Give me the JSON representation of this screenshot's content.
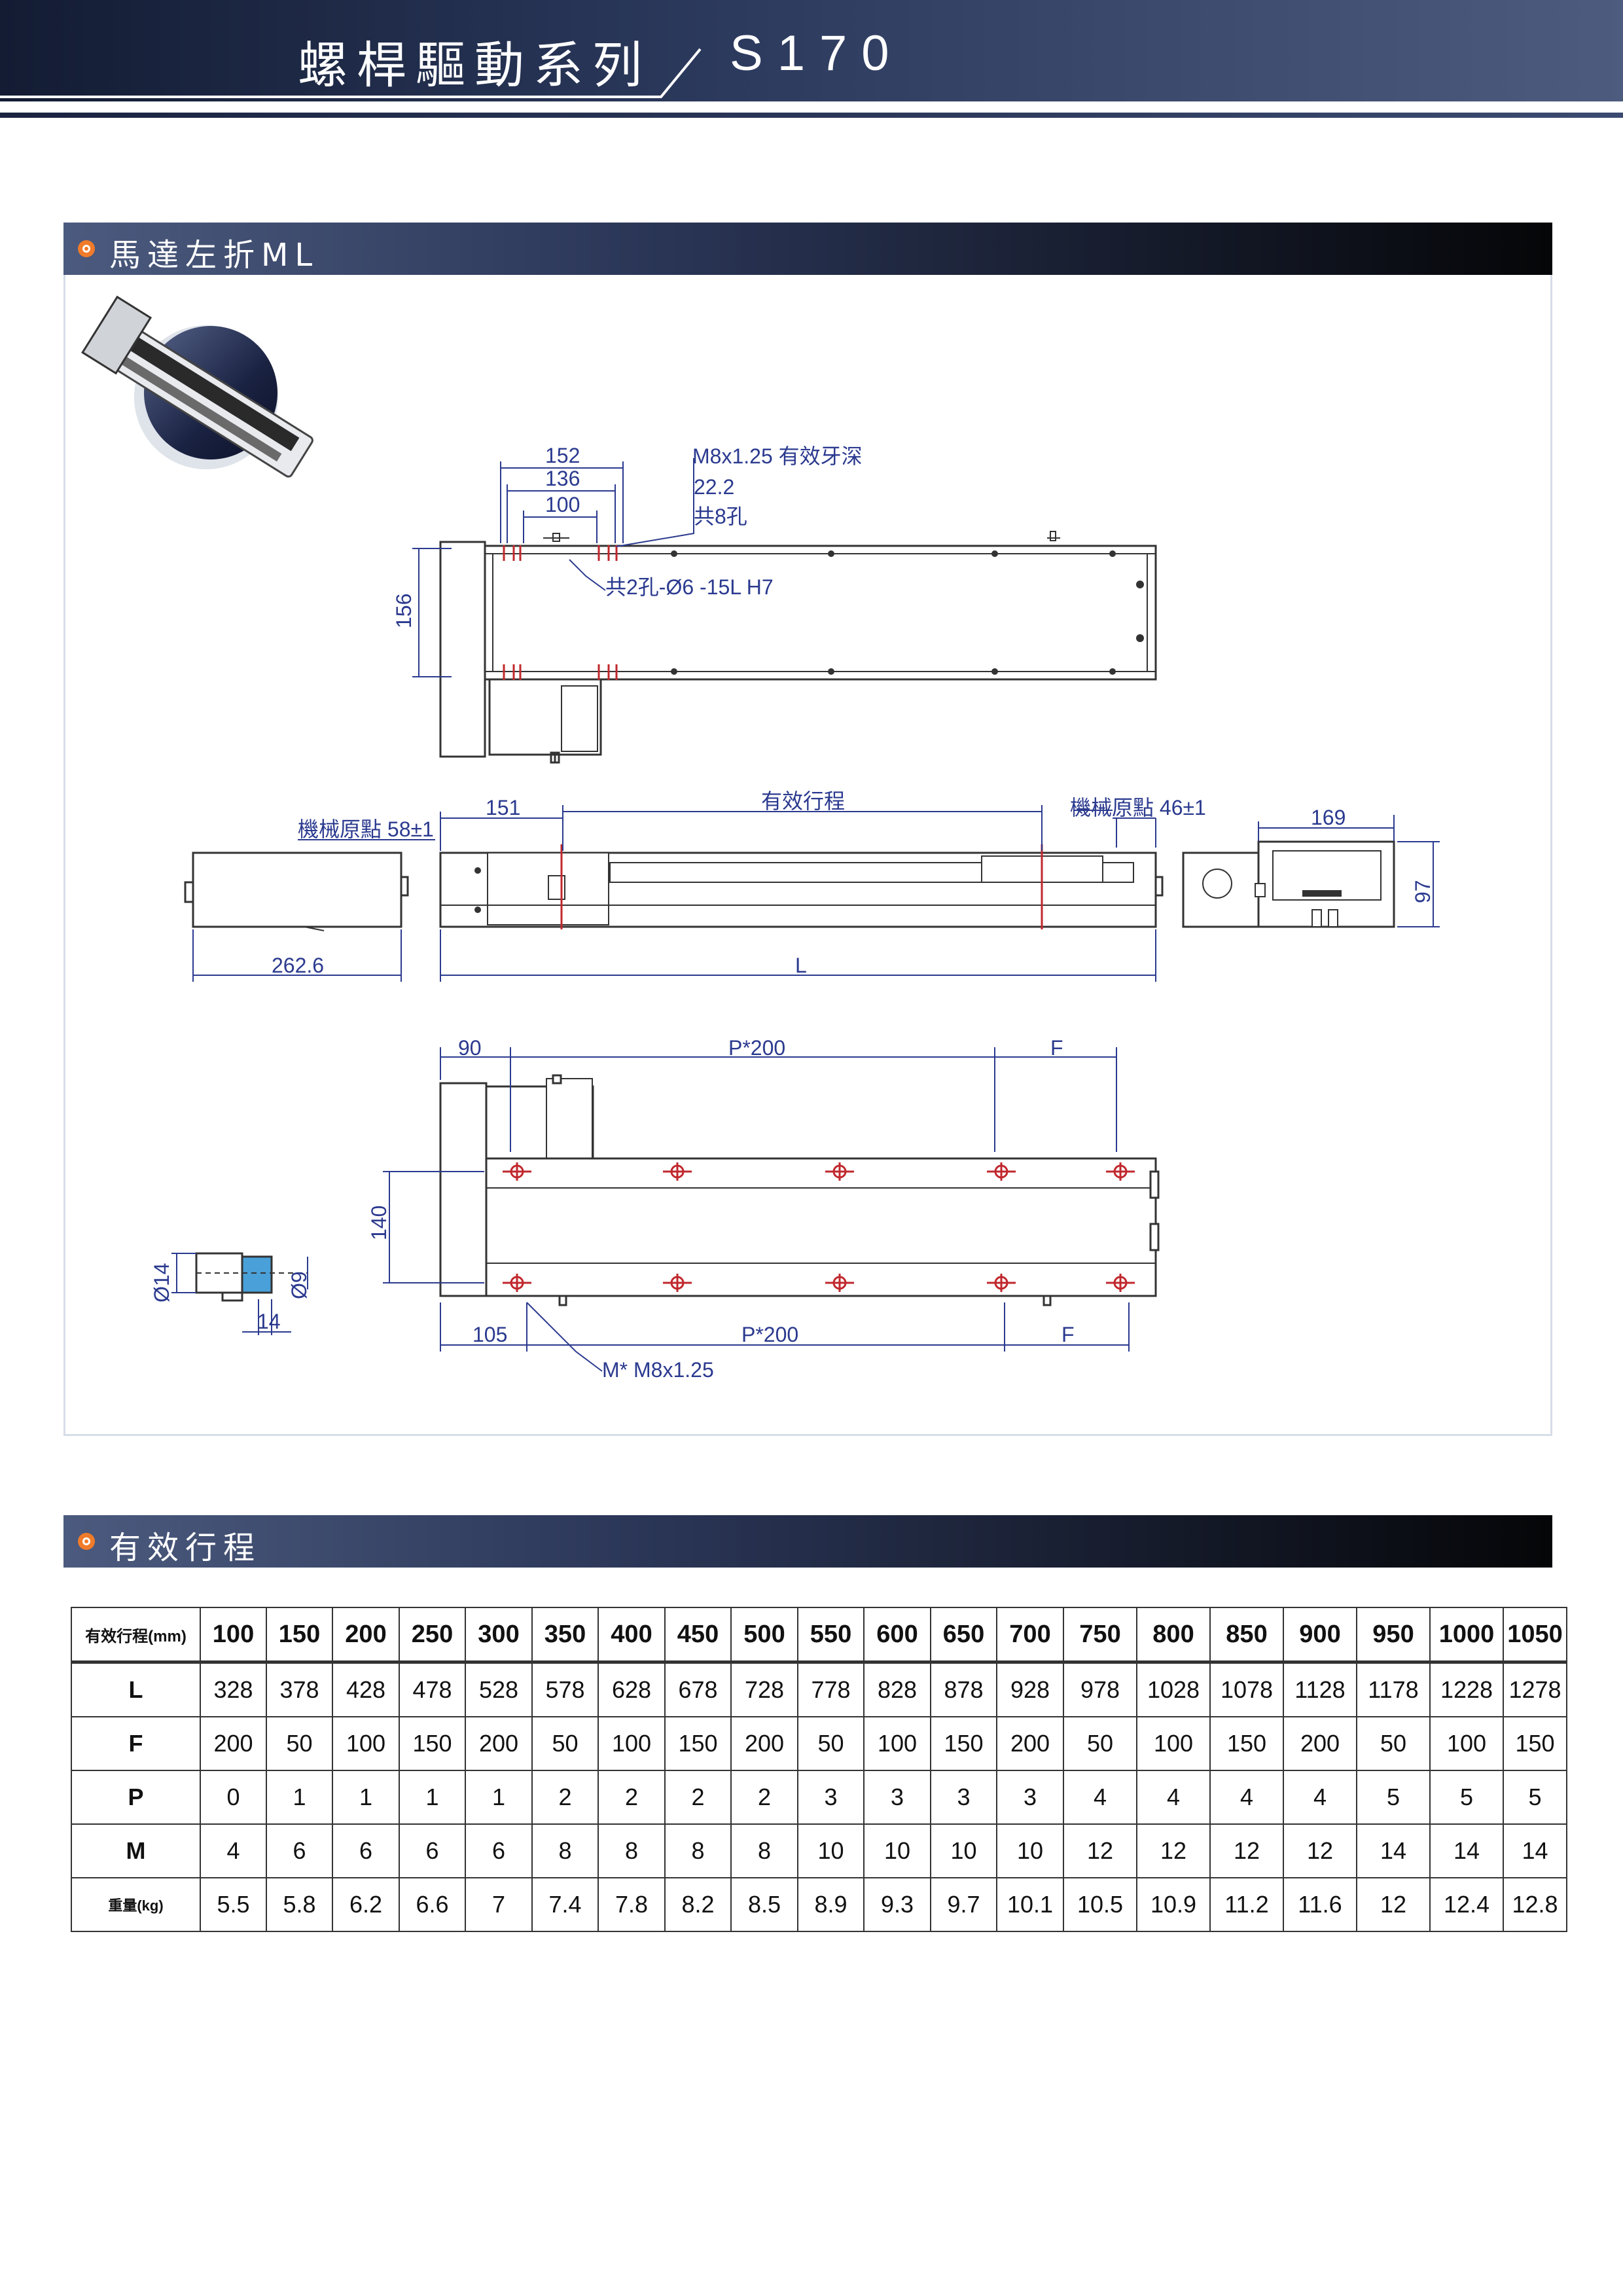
{
  "header": {
    "series_title": "螺桿驅動系列",
    "model": "S170"
  },
  "section_drawing": {
    "title": "馬達左折ML",
    "labels": {
      "d152": "152",
      "d136": "136",
      "d100": "100",
      "tap_note_1": "M8x1.25 有效牙深",
      "tap_note_2": "22.2",
      "tap_note_3": "共8孔",
      "pin_note": "共2孔-Ø6 -15L H7",
      "d156": "156",
      "origin_left": "機械原點 58±1",
      "d151": "151",
      "stroke": "有效行程",
      "origin_right": "機械原點 46±1",
      "d169": "169",
      "d97": "97",
      "d2626": "262.6",
      "len_L": "L",
      "d90": "90",
      "p200_top": "P*200",
      "f_top": "F",
      "d140": "140",
      "phi14": "Ø14",
      "phi9": "Ø9",
      "d14": "14",
      "d105": "105",
      "p200_bottom": "P*200",
      "f_bottom": "F",
      "m_note": "M* M8x1.25"
    }
  },
  "section_table": {
    "title": "有效行程",
    "header_label": "有效行程(mm)",
    "strokes": [
      "100",
      "150",
      "200",
      "250",
      "300",
      "350",
      "400",
      "450",
      "500",
      "550",
      "600",
      "650",
      "700",
      "750",
      "800",
      "850",
      "900",
      "950",
      "1000",
      "1050"
    ],
    "rows": [
      {
        "label": "L",
        "values": [
          "328",
          "378",
          "428",
          "478",
          "528",
          "578",
          "628",
          "678",
          "728",
          "778",
          "828",
          "878",
          "928",
          "978",
          "1028",
          "1078",
          "1128",
          "1178",
          "1228",
          "1278"
        ]
      },
      {
        "label": "F",
        "values": [
          "200",
          "50",
          "100",
          "150",
          "200",
          "50",
          "100",
          "150",
          "200",
          "50",
          "100",
          "150",
          "200",
          "50",
          "100",
          "150",
          "200",
          "50",
          "100",
          "150"
        ]
      },
      {
        "label": "P",
        "values": [
          "0",
          "1",
          "1",
          "1",
          "1",
          "2",
          "2",
          "2",
          "2",
          "3",
          "3",
          "3",
          "3",
          "4",
          "4",
          "4",
          "4",
          "5",
          "5",
          "5"
        ]
      },
      {
        "label": "M",
        "values": [
          "4",
          "6",
          "6",
          "6",
          "6",
          "8",
          "8",
          "8",
          "8",
          "10",
          "10",
          "10",
          "10",
          "12",
          "12",
          "12",
          "12",
          "14",
          "14",
          "14"
        ]
      },
      {
        "label": "重量(kg)",
        "values": [
          "5.5",
          "5.8",
          "6.2",
          "6.6",
          "7",
          "7.4",
          "7.8",
          "8.2",
          "8.5",
          "8.9",
          "9.3",
          "9.7",
          "10.1",
          "10.5",
          "10.9",
          "11.2",
          "11.6",
          "12",
          "12.4",
          "12.8"
        ]
      }
    ]
  },
  "colors": {
    "banner_dark": "#131c33",
    "dimension_blue": "#2b3a8f",
    "marker_red": "#c0282d",
    "bullet_orange": "#f07b2a"
  }
}
